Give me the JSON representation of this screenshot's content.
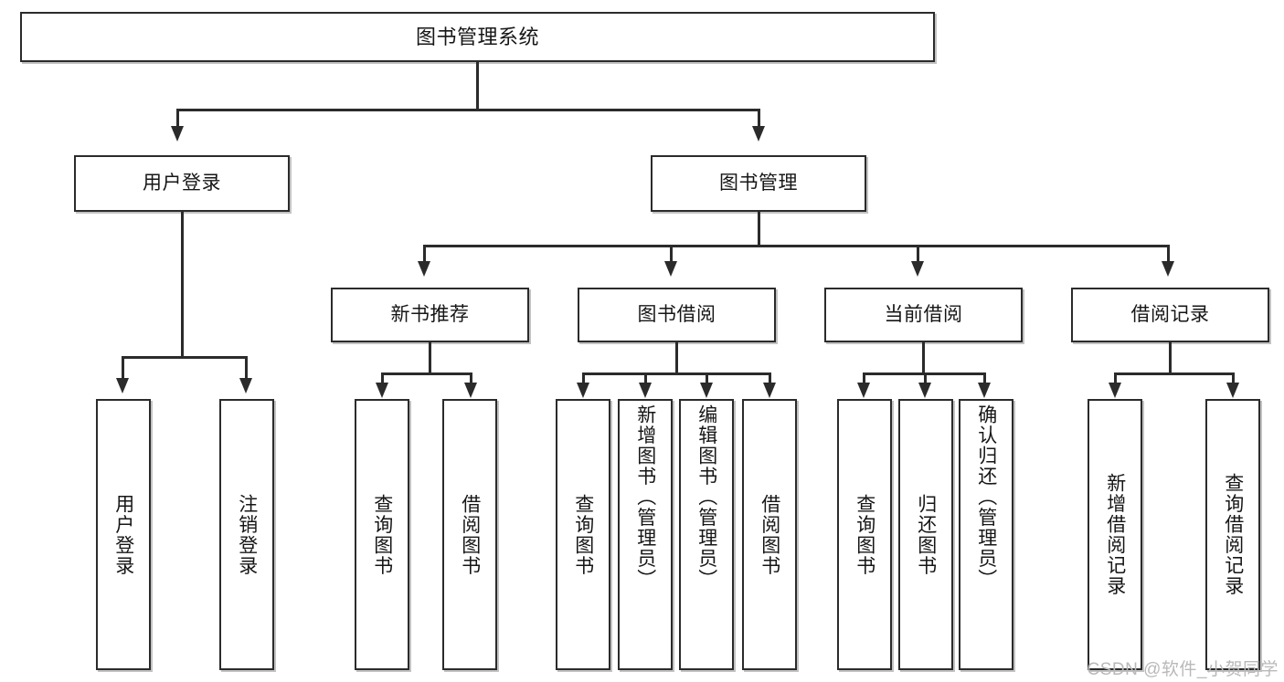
{
  "diagram": {
    "type": "tree-hierarchy",
    "title": "图书管理系统",
    "watermark": "CSDN @软件_小贺同学",
    "colors": {
      "stroke": "#2b2b2b",
      "fill": "#ffffff",
      "text": "#161616",
      "watermark": "#b9b9b9"
    },
    "nodes": {
      "root": {
        "label": "图书管理系统"
      },
      "level2": [
        {
          "label": "用户登录"
        },
        {
          "label": "图书管理"
        }
      ],
      "level3": [
        {
          "label": "新书推荐"
        },
        {
          "label": "图书借阅"
        },
        {
          "label": "当前借阅"
        },
        {
          "label": "借阅记录"
        }
      ],
      "leaves": {
        "user_login": [
          {
            "label": "用户登录"
          },
          {
            "label": "注销登录"
          }
        ],
        "new_book_recommend": [
          {
            "label": "查询图书"
          },
          {
            "label": "借阅图书"
          }
        ],
        "book_borrow": [
          {
            "label": "查询图书"
          },
          {
            "label": "新增图书（管理员）"
          },
          {
            "label": "编辑图书（管理员）"
          },
          {
            "label": "借阅图书"
          }
        ],
        "current_borrow": [
          {
            "label": "查询图书"
          },
          {
            "label": "归还图书"
          },
          {
            "label": "确认归还（管理员）"
          }
        ],
        "borrow_record": [
          {
            "label": "新增借阅记录"
          },
          {
            "label": "查询借阅记录"
          }
        ]
      }
    }
  }
}
